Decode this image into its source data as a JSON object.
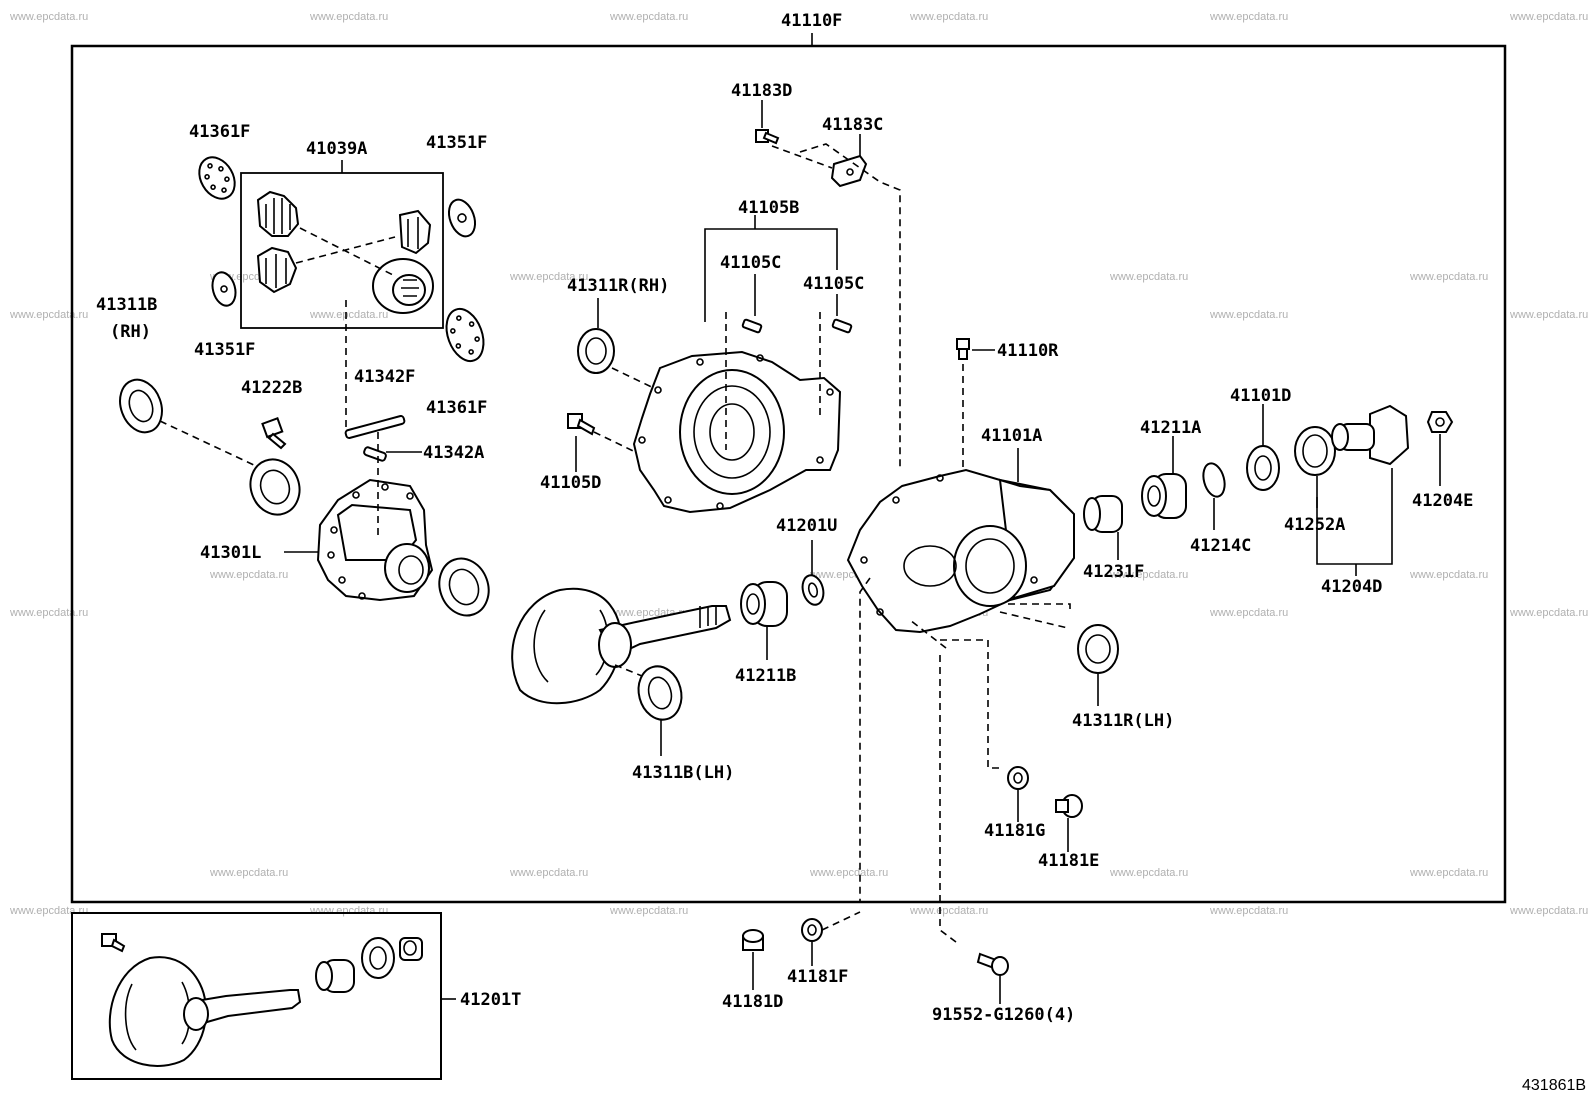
{
  "watermark": "www.epcdata.ru",
  "diagram_code": "431861B",
  "labels": {
    "p41110F": "41110F",
    "p41183D": "41183D",
    "p41183C": "41183C",
    "p41361F_top": "41361F",
    "p41039A": "41039A",
    "p41351F_top": "41351F",
    "p41105B": "41105B",
    "p41105C_1": "41105C",
    "p41105C_2": "41105C",
    "p41311R_RH": "41311R(RH)",
    "p41311B_RH_1": "41311B",
    "p41311B_RH_2": "(RH)",
    "p41351F_bot": "41351F",
    "p41361F_bot": "41361F",
    "p41110R": "41110R",
    "p41222B": "41222B",
    "p41342F": "41342F",
    "p41342A": "41342A",
    "p41101D": "41101D",
    "p41211A": "41211A",
    "p41101A": "41101A",
    "p41105D": "41105D",
    "p41204E": "41204E",
    "p41201U": "41201U",
    "p41301L": "41301L",
    "p41231F": "41231F",
    "p41214C": "41214C",
    "p41252A": "41252A",
    "p41204D": "41204D",
    "p41211B": "41211B",
    "p41311R_LH": "41311R(LH)",
    "p41311B_LH": "41311B(LH)",
    "p41181G": "41181G",
    "p41181E": "41181E",
    "p41201T": "41201T",
    "p41181F": "41181F",
    "p41181D": "41181D",
    "p91552": "91552-G1260(4)"
  }
}
